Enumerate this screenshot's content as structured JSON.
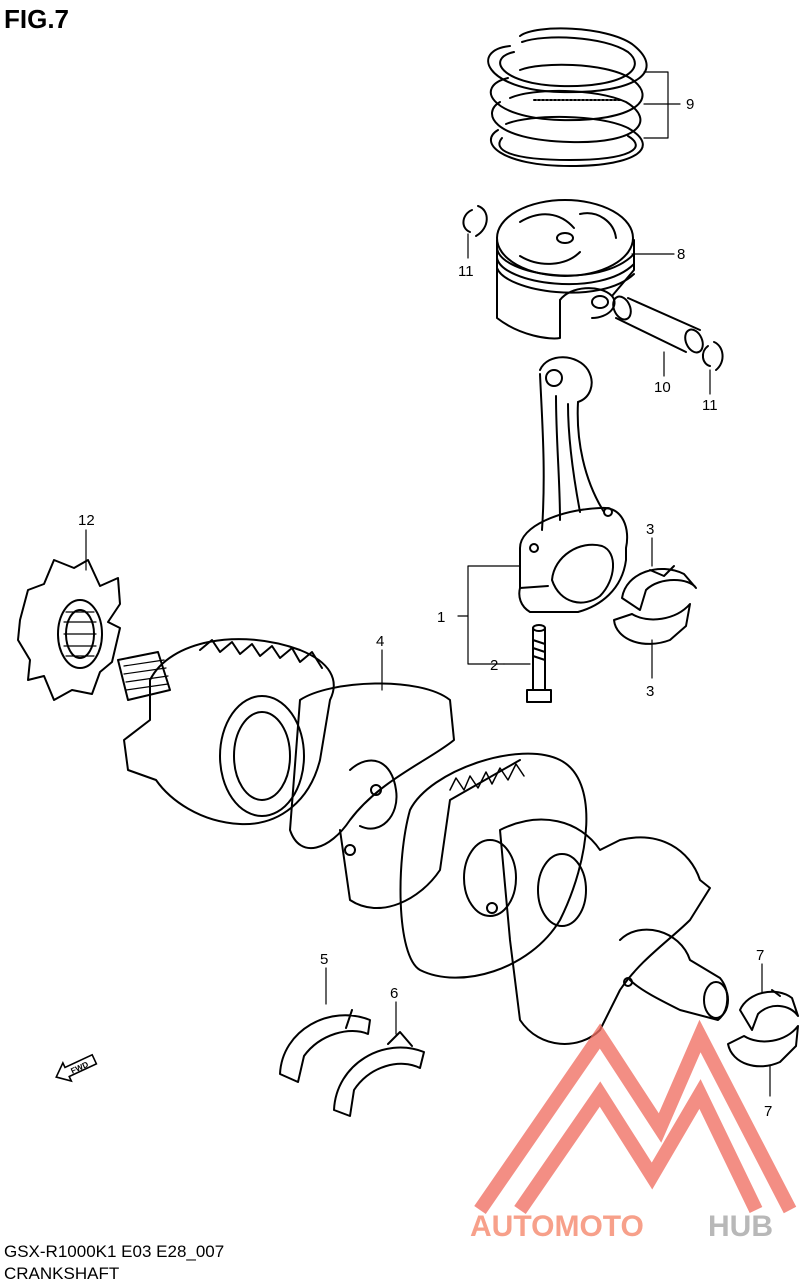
{
  "figure": {
    "title": "FIG.7",
    "model_code": "GSX-R1000K1 E03 E28_007",
    "section_name": "CRANKSHAFT"
  },
  "callouts": [
    {
      "id": "1",
      "part": "connecting-rod-assembly"
    },
    {
      "id": "2",
      "part": "connecting-rod-bolt"
    },
    {
      "id": "3a",
      "label": "3",
      "part": "crankpin-bearing-upper"
    },
    {
      "id": "3b",
      "label": "3",
      "part": "crankpin-bearing-lower"
    },
    {
      "id": "4",
      "part": "crankshaft"
    },
    {
      "id": "5",
      "part": "thrust-bearing-left"
    },
    {
      "id": "6",
      "part": "thrust-bearing-right"
    },
    {
      "id": "7a",
      "label": "7",
      "part": "main-bearing-upper"
    },
    {
      "id": "7b",
      "label": "7",
      "part": "main-bearing-lower"
    },
    {
      "id": "8",
      "part": "piston"
    },
    {
      "id": "9",
      "part": "piston-ring-set"
    },
    {
      "id": "10",
      "part": "piston-pin"
    },
    {
      "id": "11a",
      "label": "11",
      "part": "piston-pin-circlip"
    },
    {
      "id": "11b",
      "label": "11",
      "part": "piston-pin-circlip"
    },
    {
      "id": "12",
      "part": "cam-chain-drive-sprocket"
    }
  ],
  "fwd_arrow": {
    "label": "FWD"
  },
  "watermark": {
    "text_a": "AUTOMOTO",
    "text_b": "HUB",
    "color_a": "#f7a08a",
    "color_b": "#b8b8b8",
    "mark_color": "#ef6e62"
  },
  "colors": {
    "line": "#000000",
    "background": "#ffffff"
  }
}
